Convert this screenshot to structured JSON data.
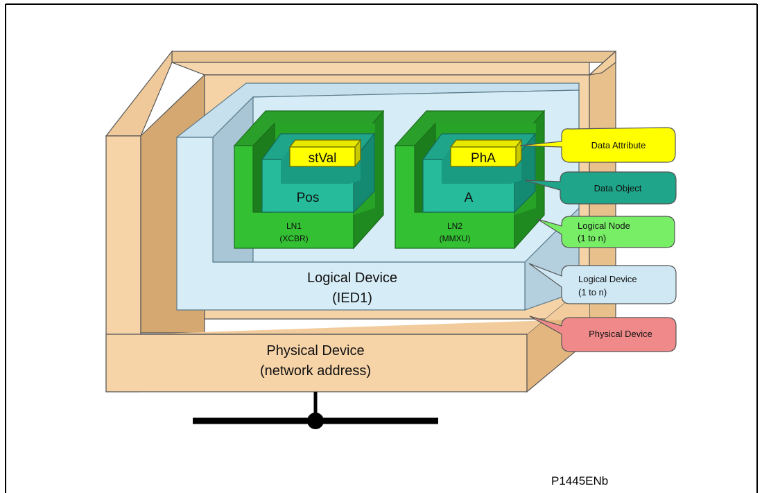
{
  "figure": {
    "id_label": "P1445ENb",
    "physical_device": {
      "line1": "Physical Device",
      "line2": "(network address)"
    },
    "logical_device": {
      "line1": "Logical Device",
      "line2": "(IED1)"
    },
    "nodes": [
      {
        "name_line1": "LN1",
        "name_line2": "(XCBR)",
        "data_object": "Pos",
        "data_attribute": "stVal"
      },
      {
        "name_line1": "LN2",
        "name_line2": "(MMXU)",
        "data_object": "A",
        "data_attribute": "PhA"
      }
    ]
  },
  "callouts": [
    {
      "line1": "Data Attribute",
      "line2": "",
      "color": "#ffff00"
    },
    {
      "line1": "Data Object",
      "line2": "",
      "color": "#1ea58a"
    },
    {
      "line1": "Logical Node",
      "line2": "(1 to n)",
      "color": "#77ee66"
    },
    {
      "line1": "Logical Device",
      "line2": "(1 to n)",
      "color": "#cfe8f4"
    },
    {
      "line1": "Physical Device",
      "line2": "",
      "color": "#f08a8a"
    }
  ],
  "colors": {
    "physical_device": "#f7d4a8",
    "logical_device": "#d6ecf6",
    "logical_node": "#2db42d",
    "data_object": "#22b894",
    "data_attribute": "#ffff00"
  }
}
